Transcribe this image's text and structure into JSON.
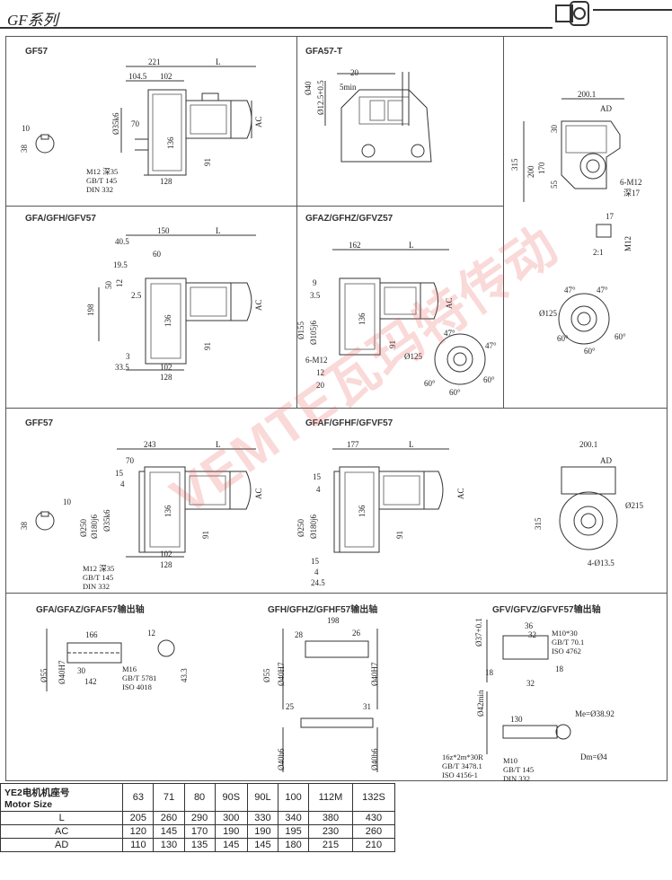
{
  "header": {
    "title": "GF系列"
  },
  "panels": {
    "gf57": {
      "label": "GF57",
      "dims": [
        "221",
        "L",
        "104.5",
        "102",
        "Ø35k6",
        "70",
        "136",
        "AC",
        "91",
        "128",
        "10",
        "38"
      ],
      "note": [
        "M12",
        "深35",
        "GB/T 145",
        "DIN 332"
      ]
    },
    "gfa57t": {
      "label": "GFA57-T",
      "dims": [
        "20",
        "5min",
        "Ø40",
        "Ø12.5+0.5"
      ]
    },
    "side1": {
      "dims": [
        "200.1",
        "AD",
        "315",
        "30",
        "200",
        "170",
        "55",
        "6-M12",
        "深17",
        "17",
        "2:1",
        "M12"
      ]
    },
    "gfa": {
      "label": "GFA/GFH/GFV57",
      "dims": [
        "150",
        "L",
        "40.5",
        "60",
        "19.5",
        "50",
        "12",
        "2.5",
        "198",
        "136",
        "AC",
        "91",
        "3",
        "33.5",
        "102",
        "128"
      ]
    },
    "gfaz": {
      "label": "GFAZ/GFHZ/GFVZ57",
      "dims": [
        "162",
        "L",
        "9",
        "3.5",
        "Ø155",
        "Ø105j6",
        "136",
        "AC",
        "91",
        "6-M12",
        "12",
        "20",
        "47°",
        "47°",
        "Ø125",
        "60°",
        "60°",
        "60°"
      ]
    },
    "flange1": {
      "dims": [
        "47°",
        "47°",
        "Ø125",
        "60°",
        "60°",
        "60°"
      ]
    },
    "gff": {
      "label": "GFF57",
      "dims": [
        "243",
        "L",
        "70",
        "15",
        "4",
        "Ø250",
        "Ø180j6",
        "Ø35k6",
        "136",
        "AC",
        "91",
        "102",
        "128",
        "10",
        "38"
      ],
      "note": [
        "M12",
        "深35",
        "GB/T 145",
        "DIN 332"
      ]
    },
    "gfaf": {
      "label": "GFAF/GFHF/GFVF57",
      "dims": [
        "177",
        "L",
        "15",
        "4",
        "Ø250",
        "Ø180j6",
        "136",
        "AC",
        "91",
        "15",
        "4",
        "24.5"
      ]
    },
    "side2": {
      "dims": [
        "200.1",
        "AD",
        "315",
        "Ø215",
        "4-Ø13.5"
      ]
    },
    "out1": {
      "label": "GFA/GFAZ/GFAF57输出轴",
      "dims": [
        "166",
        "12",
        "Ø55",
        "Ø40H7",
        "30",
        "142",
        "43.3"
      ],
      "note": [
        "M16",
        "GB/T 5781",
        "ISO 4018"
      ]
    },
    "out2": {
      "label": "GFH/GFHZ/GFHF57输出轴",
      "dims": [
        "198",
        "28",
        "26",
        "Ø55",
        "Ø40H7",
        "Ø40H7",
        "25",
        "31",
        "Ø40h6",
        "Ø40h6"
      ]
    },
    "out3": {
      "label": "GFV/GFVZ/GFVF57输出轴",
      "dims": [
        "Ø37+0.1",
        "36",
        "32",
        "18",
        "32",
        "18",
        "Ø42min",
        "130",
        "Me=Ø38.92",
        "Dm=Ø4"
      ],
      "note": [
        "M10*30",
        "GB/T 70.1",
        "ISO 4762",
        "16z*2m*30R",
        "GB/T 3478.1",
        "ISO 4156-1",
        "M10",
        "GB/T 145",
        "DIN 332"
      ]
    }
  },
  "watermark": "VEMTE瓦玛特传动",
  "table": {
    "header_label_cn": "YE2电机机座号",
    "header_label_en": "Motor Size",
    "sizes": [
      "63",
      "71",
      "80",
      "90S",
      "90L",
      "100",
      "112M",
      "132S"
    ],
    "rows": [
      {
        "name": "L",
        "values": [
          "205",
          "260",
          "290",
          "300",
          "330",
          "340",
          "380",
          "430"
        ]
      },
      {
        "name": "AC",
        "values": [
          "120",
          "145",
          "170",
          "190",
          "190",
          "195",
          "230",
          "260"
        ]
      },
      {
        "name": "AD",
        "values": [
          "110",
          "130",
          "135",
          "145",
          "145",
          "180",
          "215",
          "210"
        ]
      }
    ]
  }
}
